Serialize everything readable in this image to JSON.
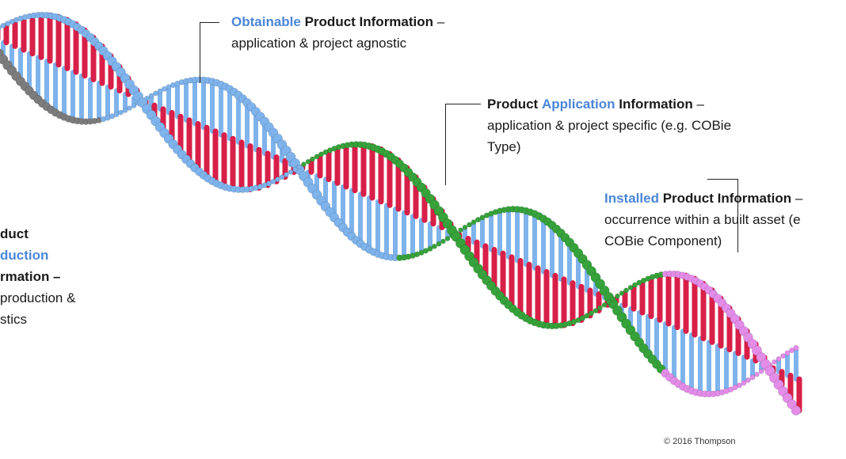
{
  "colors": {
    "blue": "#7eb3ec",
    "red": "#d81f48",
    "green": "#36a23a",
    "gray": "#7c7c7c",
    "violet": "#e38ce8",
    "highlight": "#4a86d8"
  },
  "labels": {
    "obtainable": {
      "highlight": "Obtainable",
      "title": "Product Information",
      "dash": " –",
      "lines": [
        "application & project agnostic"
      ]
    },
    "application": {
      "pre": "Product",
      "highlight": "Application",
      "title": "Information",
      "dash": " –",
      "lines": [
        "application & project specific (e.g. COBie",
        "Type)"
      ]
    },
    "installed": {
      "highlight": "Installed",
      "title": "Product Information",
      "dash": " –",
      "lines": [
        "occurrence within a built asset (e",
        "COBie Component)"
      ]
    },
    "production": {
      "lines": [
        "duct",
        "duction",
        "rmation –",
        "production &",
        "stics"
      ]
    }
  },
  "copyright": "© 2016 Thompson"
}
